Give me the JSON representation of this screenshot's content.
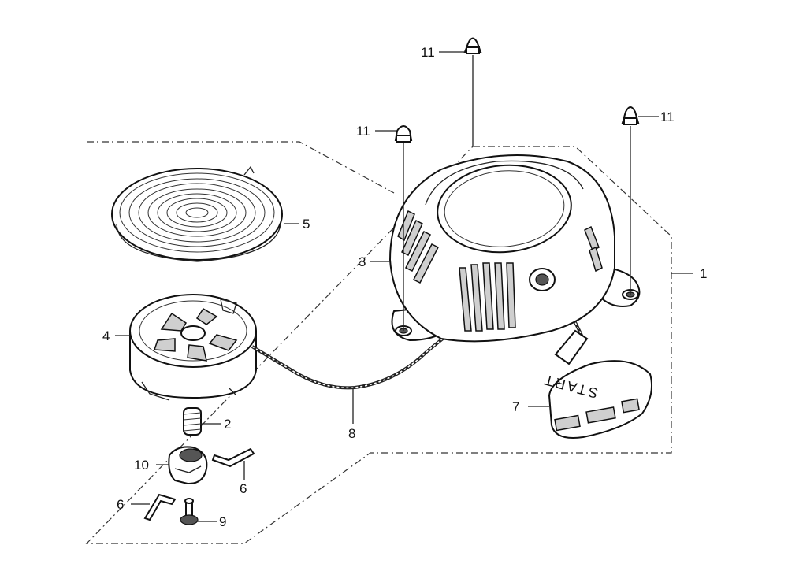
{
  "diagram": {
    "labels": {
      "part_1": "1",
      "part_2": "2",
      "part_3": "3",
      "part_4": "4",
      "part_5": "5",
      "part_6a": "6",
      "part_6b": "6",
      "part_7": "7",
      "part_8": "8",
      "part_9": "9",
      "part_10": "10",
      "part_11a": "11",
      "part_11b": "11",
      "part_11c": "11"
    },
    "handle_text": "START"
  }
}
